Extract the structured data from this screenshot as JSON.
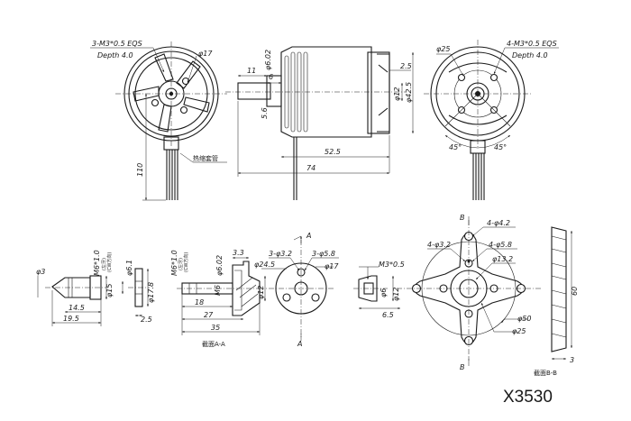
{
  "model": "X3530",
  "front_view": {
    "callout_thread": "3-M3*0.5 EQS",
    "callout_depth": "Depth 4.0",
    "dia_top": "φ17",
    "dim_height": "110",
    "heat_shrink": "热缩套管"
  },
  "side_view": {
    "dim_shaft_dia": "φ6.02",
    "dim_11": "11",
    "dim_6": "6",
    "dim_5_6": "5.6",
    "dim_2_5": "2.5",
    "dim_phi12": "φ12",
    "dim_phi42_5": "φ42.5",
    "dim_52_5": "52.5",
    "dim_74": "74"
  },
  "rear_view": {
    "dia": "φ25",
    "callout_thread": "4-M3*0.5 EQS",
    "callout_depth": "Depth 4.0",
    "angle_left": "45°",
    "angle_right": "45°"
  },
  "bullet_connector": {
    "dia_tip": "φ3",
    "thread": "M6*1.0",
    "thread_note1": "(左牙)",
    "thread_note2": "(CW方向)",
    "dia_15": "φ15",
    "len_14_5": "14.5",
    "len_19_5": "19.5"
  },
  "nut": {
    "dia_a": "φ6.1",
    "dia_b": "φ17.8",
    "len": "2.5"
  },
  "prop_adapter": {
    "thread": "M6*1.0",
    "thread_note1": "(左牙)",
    "thread_note2": "(CW方向)",
    "dim_3_3": "3.3",
    "dim_phi6_02": "φ6.02",
    "dim_phi12": "φ12",
    "dim_m6": "M6",
    "dim_18": "18",
    "dim_27": "27",
    "dim_35": "35",
    "section_label": "截面A-A"
  },
  "adapter_front": {
    "section_A_top": "A",
    "section_A_bottom": "A",
    "holes_a": "3-φ3.2",
    "holes_b": "3-φ5.8",
    "dia_24_5": "φ24.5",
    "dia_17": "φ17"
  },
  "set_screw": {
    "thread": "M3*0.5",
    "dia_a": "φ6",
    "dia_b": "φ12",
    "len": "6.5"
  },
  "cross_mount": {
    "section_B_top": "B",
    "section_B_bottom": "B",
    "holes_a": "4-φ4.2",
    "holes_b": "4-φ3.2",
    "holes_c": "4-φ5.8",
    "dia_13_2": "φ13.2",
    "dia_50": "φ50",
    "dia_25": "φ25"
  },
  "mount_side": {
    "height": "60",
    "thickness": "3",
    "section_label": "截面B-B"
  }
}
